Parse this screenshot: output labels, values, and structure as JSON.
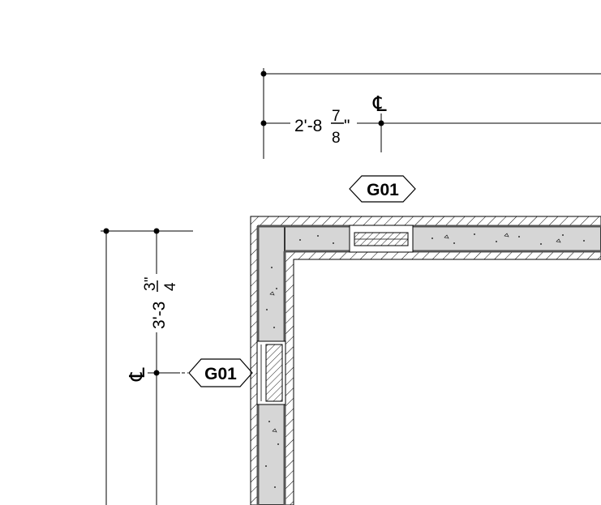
{
  "dimensions": {
    "horizontal": {
      "whole": "2'-8",
      "num": "7",
      "den": "8",
      "inch_mark": "\""
    },
    "vertical": {
      "whole": "3'-3",
      "num": "3",
      "den": "4",
      "inch_mark": "\""
    }
  },
  "centerline_symbol": "℄",
  "tags": {
    "top": "G01",
    "left": "G01"
  },
  "colors": {
    "line": "#000000",
    "concrete_fill": "#d6d6d6",
    "background": "#ffffff"
  }
}
